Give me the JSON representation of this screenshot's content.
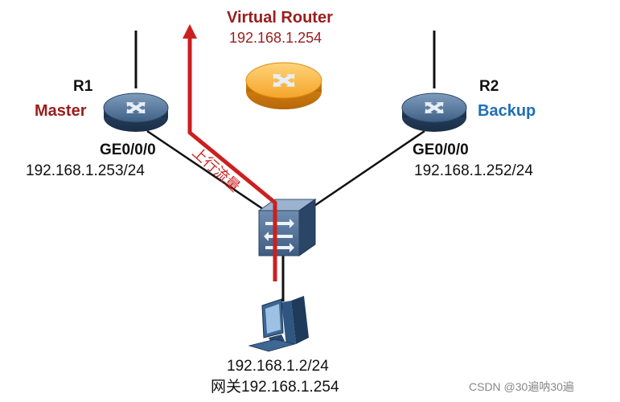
{
  "virtual_router": {
    "title": "Virtual Router",
    "ip": "192.168.1.254",
    "color": "#9b1c1c"
  },
  "r1": {
    "name": "R1",
    "role": "Master",
    "interface": "GE0/0/0",
    "ip": "192.168.1.253/24",
    "role_color": "#9b1c1c"
  },
  "r2": {
    "name": "R2",
    "role": "Backup",
    "interface": "GE0/0/0",
    "ip": "192.168.1.252/24",
    "role_color": "#1f6fb5"
  },
  "flow": {
    "label": "上行流量",
    "color": "#cc1f1f"
  },
  "host": {
    "ip": "192.168.1.2/24",
    "gateway": "网关192.168.1.254"
  },
  "watermark": "CSDN @30遍呐30遍",
  "icons": {
    "routers": "router-icon",
    "virtual_router": "virtual-router-icon",
    "switch": "switch-icon",
    "host": "pc-icon"
  }
}
